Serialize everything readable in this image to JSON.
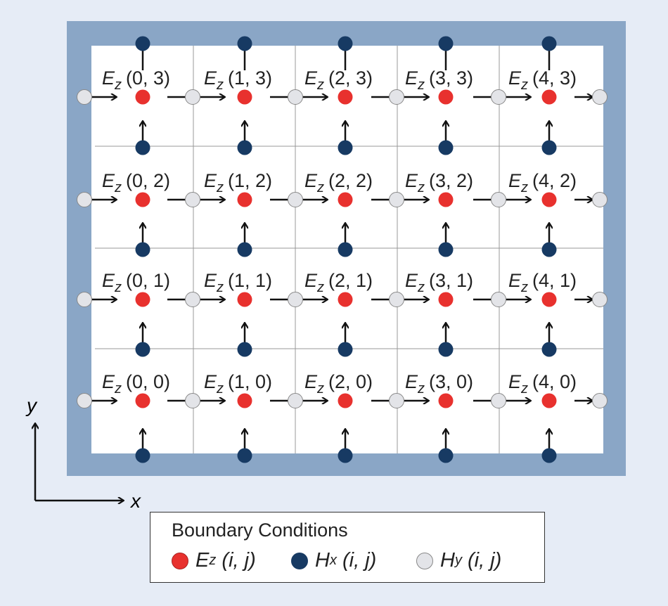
{
  "colors": {
    "background": "#e6ecf6",
    "frame": "#8aa6c6",
    "ez": "#e8312e",
    "hx": "#173a63",
    "hy": "#e3e4e8"
  },
  "grid": {
    "ez_symbol": "E",
    "ez_sub": "z",
    "labels": [
      [
        "(0, 3)",
        "(1, 3)",
        "(2, 3)",
        "(3, 3)",
        "(4, 3)"
      ],
      [
        "(0, 2)",
        "(1, 2)",
        "(2, 2)",
        "(3, 2)",
        "(4, 2)"
      ],
      [
        "(0, 1)",
        "(1, 1)",
        "(2, 1)",
        "(3, 1)",
        "(4, 1)"
      ],
      [
        "(0, 0)",
        "(1, 0)",
        "(2, 0)",
        "(3, 0)",
        "(4, 0)"
      ]
    ]
  },
  "axes": {
    "x_label": "x",
    "y_label": "y"
  },
  "legend": {
    "title": "Boundary Conditions",
    "items": [
      {
        "sym": "E",
        "sub": "z",
        "args": "(i, j)"
      },
      {
        "sym": "H",
        "sub": "x",
        "args": "(i, j)"
      },
      {
        "sym": "H",
        "sub": "y",
        "args": "(i, j)"
      }
    ]
  }
}
